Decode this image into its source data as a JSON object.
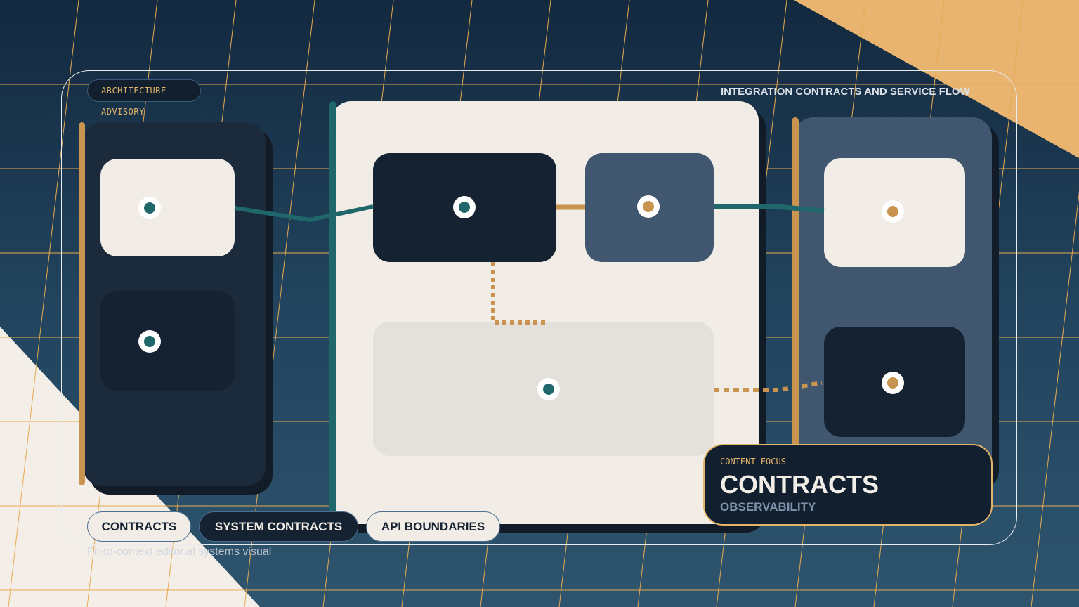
{
  "header": {
    "badge": "ARCHITECTURE ADVISORY",
    "title": "INTEGRATION CONTRACTS AND SERVICE FLOW"
  },
  "tags": [
    {
      "label": "CONTRACTS"
    },
    {
      "label": "SYSTEM CONTRACTS"
    },
    {
      "label": "API BOUNDARIES"
    }
  ],
  "caption": "Fit-to-context editorial systems visual",
  "focus": {
    "kicker": "CONTENT FOCUS",
    "title": "CONTRACTS",
    "subtitle": "OBSERVABILITY"
  },
  "colors": {
    "accent": "#c9944f",
    "teal": "#1f676a",
    "navy": "#152231",
    "cream": "#f1ece6",
    "slate": "#40576f",
    "highlight": "#e8b46f"
  }
}
